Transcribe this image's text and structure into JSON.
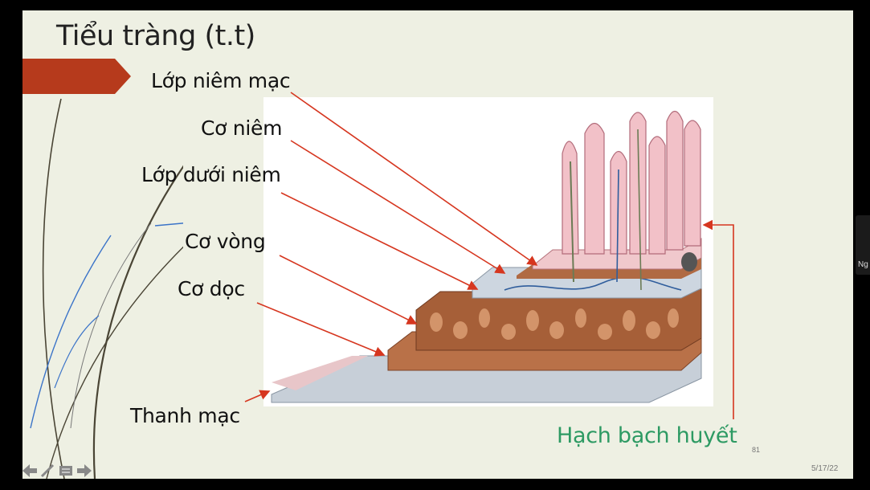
{
  "slide": {
    "title": "Tiểu tràng (t.t)",
    "slide_number": "81",
    "date": "5/17/22",
    "accent_color": "#b63a1c"
  },
  "labels": {
    "mucosa": "Lớp niêm mạc",
    "muscularis_mucosae": "Cơ niêm",
    "submucosa": "Lớp dưới niêm",
    "circular_muscle": "Cơ vòng",
    "longitudinal_muscle": "Cơ dọc",
    "serosa": "Thanh mạc",
    "lymph_node": "Hạch bạch huyết"
  },
  "colors": {
    "arrow": "#d6361f",
    "lymph_text": "#2d9a63",
    "villus": "#f3c7cd",
    "muscle": "#b46c43"
  },
  "toolbar": {
    "icons": [
      "arrow-left-icon",
      "pen-icon",
      "menu-icon",
      "arrow-right-icon"
    ]
  },
  "side_panel": {
    "label": "Ng"
  }
}
